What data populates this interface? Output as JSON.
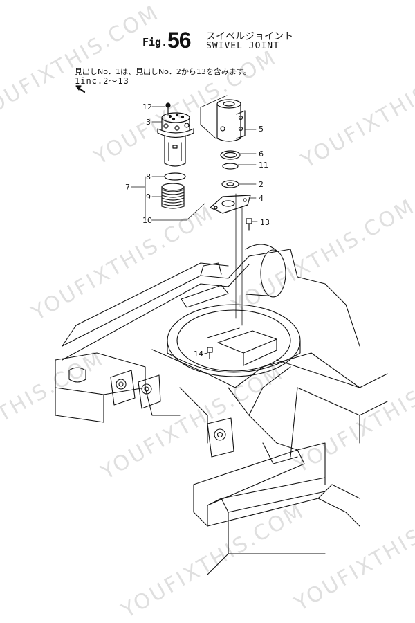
{
  "header": {
    "fig_prefix": "Fig.",
    "fig_number": "56",
    "title_jp": "スイベルジョイント",
    "title_en": "SWIVEL JOINT"
  },
  "note": {
    "jp": "見出しNo．1は、見出しNo．2から13を含みます。",
    "en": "1inc.2～13"
  },
  "callouts": [
    "12",
    "3",
    "5",
    "6",
    "11",
    "8",
    "7",
    "9",
    "2",
    "4",
    "10",
    "13",
    "14"
  ],
  "watermark": {
    "text": "YOUFIXTHIS.COM",
    "color": "#969696"
  }
}
